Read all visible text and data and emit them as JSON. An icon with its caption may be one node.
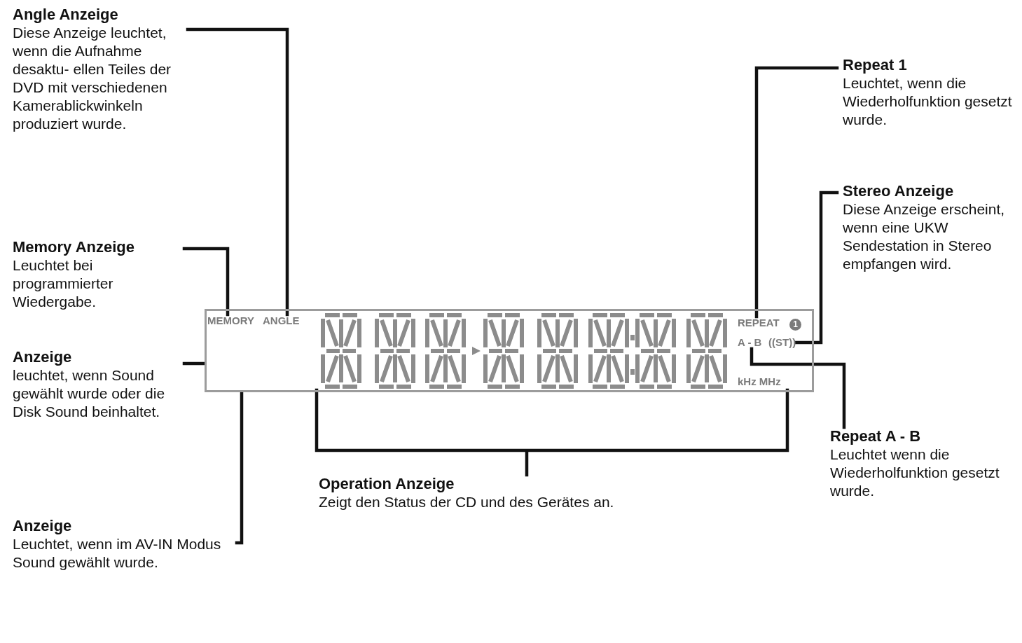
{
  "diagram": {
    "nodes": [
      {
        "text": [
          "Angle Anzeige",
          "Diese Anzeige leuchtet, wenn die Aufnahme desaktu- ellen Teiles der DVD mit verschiedenen Kamerablickwinkeln produziert wurde."
        ]
      },
      {
        "text": [
          "Repeat 1",
          "Leuchtet, wenn die Wiederholfunktion gesetzt wurde."
        ]
      },
      {
        "text": [
          "Stereo Anzeige",
          "Diese Anzeige erscheint, wenn eine UKW Sendestation in Stereo empfangen wird."
        ]
      },
      {
        "text": [
          "Memory Anzeige",
          "Leuchtet bei programmierter Wiedergabe."
        ]
      },
      {
        "text": [],
        "shape": "box"
      },
      {
        "text": [
          "MEMORY"
        ],
        "in": 4
      },
      {
        "text": [
          "ANGLE"
        ],
        "in": 4
      },
      {
        "text": [
          "REPEAT"
        ],
        "in": 4
      },
      {
        "text": [
          "A - B"
        ],
        "in": 4
      },
      {
        "text": [
          "((ST))"
        ],
        "in": 4
      },
      {
        "text": [],
        "shape": "picture",
        "in": 4
      },
      {
        "text": [
          "Anzeige",
          "leuchtet, wenn Sound gewählt wurde oder die Disk Sound beinhaltet."
        ]
      },
      {
        "text": [
          "Repeat A - B",
          "Leuchtet wenn die Wiederholfunktion gesetzt wurde."
        ]
      },
      {
        "text": [
          "Operation Anzeige",
          "Zeigt den Status der CD und des Gerätes an."
        ]
      },
      {
        "text": [
          "Anzeige",
          "Leuchtet, wenn im AV-IN Modus Sound gewählt wurde."
        ]
      }
    ],
    "edges": [
      {
        "from": 0,
        "to": 6,
        "arrow": "none"
      },
      {
        "from": 1,
        "to": 7,
        "arrow": "none"
      },
      {
        "from": 2,
        "to": 9,
        "arrow": "none"
      },
      {
        "from": 3,
        "to": 5,
        "arrow": "none"
      },
      {
        "from": 11,
        "to": 4,
        "arrow": "none"
      },
      {
        "from": 12,
        "to": 8,
        "arrow": "none"
      },
      {
        "from": 13,
        "to": 10,
        "arrow": "none"
      },
      {
        "from": 14,
        "to": 4,
        "arrow": "none"
      }
    ],
    "labels": [
      "1",
      "kHz MHz"
    ]
  }
}
